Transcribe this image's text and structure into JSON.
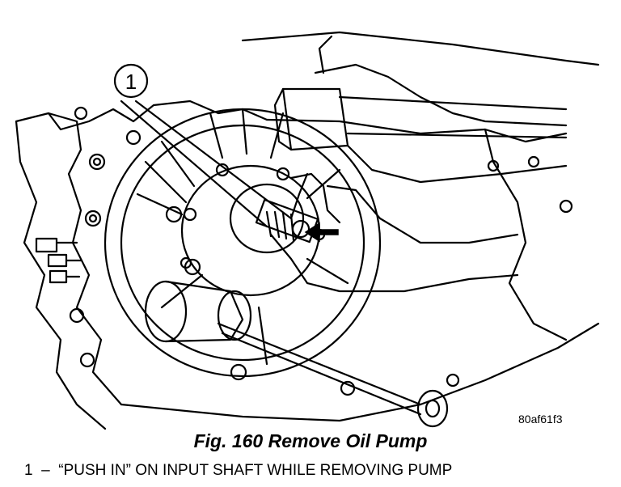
{
  "figure": {
    "callout_number": "1",
    "image_code": "80af61f3",
    "caption": "Fig. 160 Remove Oil Pump",
    "legend": {
      "number": "1",
      "dash": "–",
      "text": "“PUSH IN” ON INPUT SHAFT WHILE REMOVING PUMP"
    }
  }
}
